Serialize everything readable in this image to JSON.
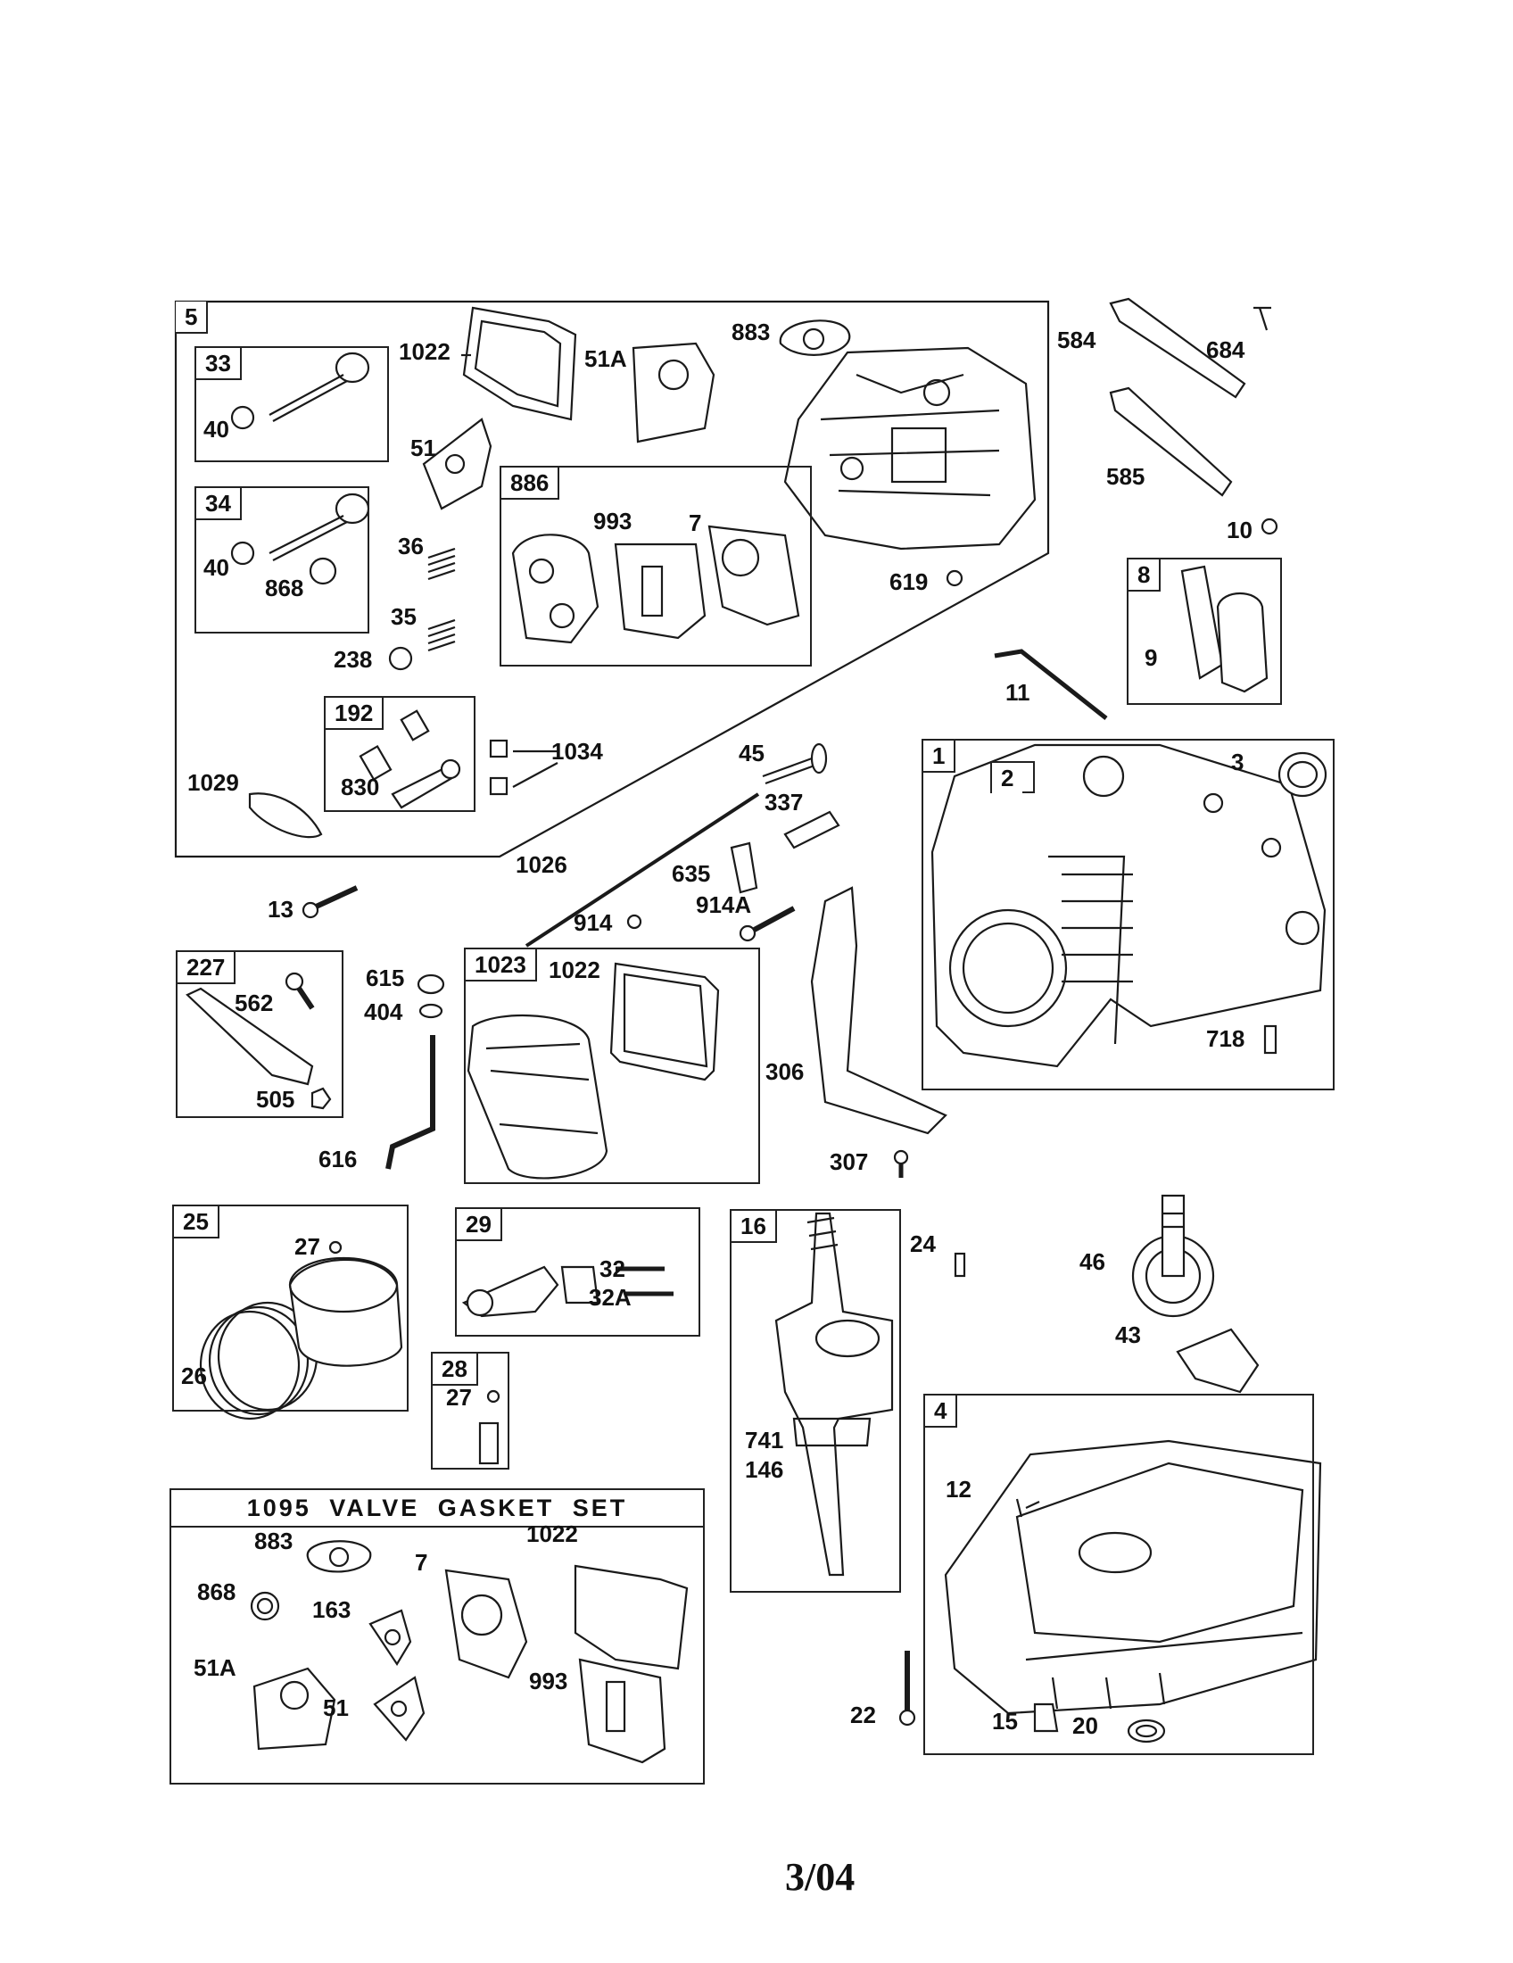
{
  "boxes": {
    "b5": "5",
    "b33": "33",
    "b34": "34",
    "b886": "886",
    "b192": "192",
    "b8": "8",
    "b1": "1",
    "b2": "2",
    "b227": "227",
    "b1023": "1023",
    "b25": "25",
    "b29": "29",
    "b16": "16",
    "b28": "28",
    "b4": "4"
  },
  "labels": {
    "l1022a": "1022",
    "l51a1": "51A",
    "l883a": "883",
    "l40a": "40",
    "l51": "51",
    "l993a": "993",
    "l7a": "7",
    "l40b": "40",
    "l868a": "868",
    "l36": "36",
    "l35": "35",
    "l238": "238",
    "l619": "619",
    "l584": "584",
    "l684": "684",
    "l585": "585",
    "l10": "10",
    "l9": "9",
    "l11": "11",
    "l1034": "1034",
    "l830": "830",
    "l1029": "1029",
    "l45": "45",
    "l337": "337",
    "l3": "3",
    "l1026": "1026",
    "l635": "635",
    "l914": "914",
    "l914a": "914A",
    "l13": "13",
    "l615": "615",
    "l404": "404",
    "l562": "562",
    "l505": "505",
    "l616": "616",
    "l1022b": "1022",
    "l306": "306",
    "l307": "307",
    "l718": "718",
    "l27a": "27",
    "l26": "26",
    "l32": "32",
    "l32a": "32A",
    "l24": "24",
    "l46": "46",
    "l43": "43",
    "l27b": "27",
    "l741": "741",
    "l146": "146",
    "l12": "12",
    "l883b": "883",
    "l1022c": "1022",
    "l7b": "7",
    "l868b": "868",
    "l163": "163",
    "l51a2": "51A",
    "l51b": "51",
    "l993b": "993",
    "l22": "22",
    "l15": "15",
    "l20": "20"
  },
  "kit": {
    "title": "1095 VALVE GASKET SET"
  },
  "footer": {
    "date": "3/04"
  }
}
